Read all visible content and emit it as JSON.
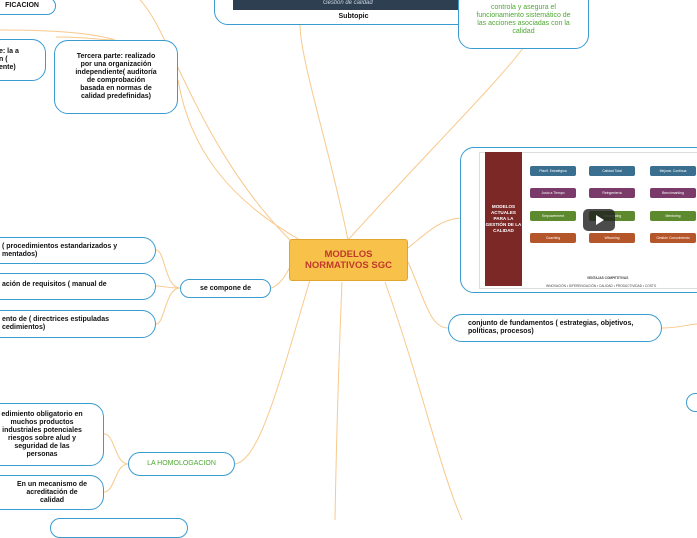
{
  "central": {
    "title": "MODELOS NORMATIVOS SGC"
  },
  "top_image": {
    "caption": "Subtopic",
    "banner_text": "Gestión de calidad"
  },
  "controla": {
    "text": "controla y asegura el funcionamiento sistemático de las acciones asociadas con la calidad"
  },
  "left_top": {
    "certificacion": "FICACION",
    "segunda_parte": "e: la a n ( ente)",
    "tercera_parte": "Tercera parte: realizado por una organización independiente( auditoría de comprobación basada en normas de calidad predefinidas)"
  },
  "se_compone": {
    "label": "se compone de",
    "items": [
      "( procedimientos estandarizados y mentados)",
      "ación de requisitos ( manual  de",
      "ento de ( directrices estipuladas cedimientos)"
    ]
  },
  "homologacion": {
    "label": "LA HOMOLOGACION",
    "items": [
      "edimiento obligatorio en muchos productos industriales potenciales riesgos sobre alud y seguridad de las personas",
      "En un mecanismo de acreditación de calidad"
    ]
  },
  "conjunto": {
    "text": "conjunto de fundamentos ( estrategias, objetivos, políticas, procesos)"
  },
  "video": {
    "title": "MODELOS ACTUALES PARA LA GESTIÓN DE LA CALIDAD",
    "pills": [
      {
        "label": "Planif. Estratégica",
        "color": "#3a6f8f"
      },
      {
        "label": "Calidad Total",
        "color": "#3a6f8f"
      },
      {
        "label": "Mejorar. Continua",
        "color": "#3a6f8f"
      },
      {
        "label": "Justo a Tiempo",
        "color": "#7b3b6a"
      },
      {
        "label": "Reingeniería",
        "color": "#7b3b6a"
      },
      {
        "label": "Benchmarking",
        "color": "#7b3b6a"
      },
      {
        "label": "Empowerment",
        "color": "#5d8a2e"
      },
      {
        "label": "Outsourcing",
        "color": "#5d8a2e"
      },
      {
        "label": "Mentoring",
        "color": "#5d8a2e"
      },
      {
        "label": "Coaching",
        "color": "#b5552a"
      },
      {
        "label": "Wfcoming",
        "color": "#b5552a"
      },
      {
        "label": "Gestión Conocimiento",
        "color": "#b5552a"
      }
    ],
    "footer_title": "VENTAJAS COMPETITIVAS",
    "footer_line": "INNOVACIÓN  •  DIFERENCIACIÓN  •  CALIDAD  •  PRODUCTIVIDAD  •  COSTO"
  },
  "colors": {
    "link": "#f8c98c",
    "border": "#3a9bd1",
    "central_fill": "#f8c14a",
    "central_text": "#c0392b",
    "green": "#4ea832"
  }
}
